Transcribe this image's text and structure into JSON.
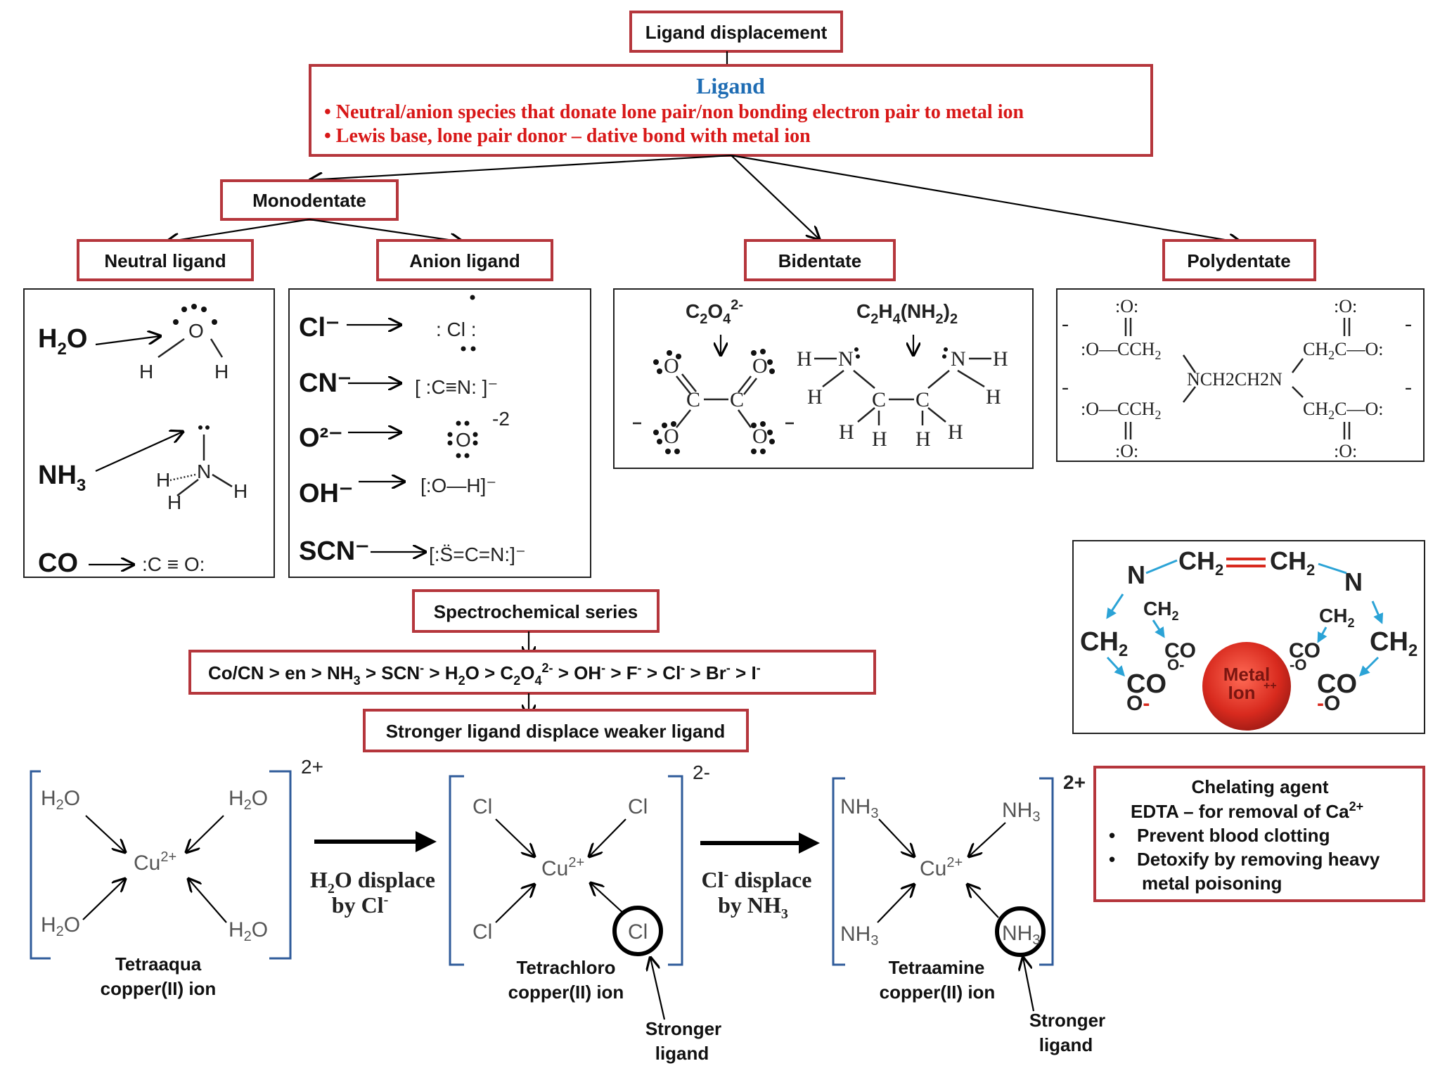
{
  "title_box": "Ligand displacement",
  "ligand": {
    "heading": "Ligand",
    "bullet1": "• Neutral/anion species that donate lone pair/non bonding electron pair to metal ion",
    "bullet2": "• Lewis base, lone pair donor – dative bond with metal ion"
  },
  "categories": {
    "monodentate": "Monodentate",
    "neutral": "Neutral ligand",
    "anion": "Anion ligand",
    "bidentate": "Bidentate",
    "polydentate": "Polydentate"
  },
  "neutral_ligands": [
    "H2O",
    "NH3",
    "CO"
  ],
  "anion_ligands": [
    "Cl⁻",
    "CN⁻",
    "O²⁻",
    "OH⁻",
    "SCN⁻"
  ],
  "bidentate_formulas": [
    "C2O42-",
    "C2H4(NH2)2"
  ],
  "polydentate_text": "NCH2CH2N",
  "metal_ion_label": [
    "Metal",
    "Ion"
  ],
  "spectro": {
    "label": "Spectrochemical series",
    "series": "Co/CN > en > NH3 > SCN- > H2O > C2O42- > OH- > F- > Cl- > Br- > I-",
    "conclusion": "Stronger ligand displace weaker ligand"
  },
  "complexes": [
    {
      "ligand": "H2O",
      "center": "Cu2+",
      "charge": "2+",
      "name1": "Tetraaqua",
      "name2": "copper(II) ion"
    },
    {
      "ligand": "Cl",
      "center": "Cu2+",
      "charge": "2-",
      "name1": "Tetrachloro",
      "name2": "copper(II) ion"
    },
    {
      "ligand": "NH3",
      "center": "Cu2+",
      "charge": "2+",
      "name1": "Tetraamine",
      "name2": "copper(II) ion"
    }
  ],
  "displace": [
    {
      "line1": "H2O displace",
      "line2": "by Cl-"
    },
    {
      "line1": "Cl- displace",
      "line2": "by NH3"
    }
  ],
  "stronger_label": [
    "Stronger",
    "ligand"
  ],
  "chelating": {
    "title": "Chelating agent",
    "subtitle": "EDTA – for removal of Ca2+",
    "items": [
      "Prevent blood clotting",
      "Detoxify by removing heavy",
      "metal poisoning"
    ]
  },
  "colors": {
    "box_border": "#b5363c",
    "heading_blue": "#1f6db4",
    "bullet_red": "#d81818",
    "ion_red": "#d82a1e",
    "arrow_cyan": "#2ba3d6"
  }
}
